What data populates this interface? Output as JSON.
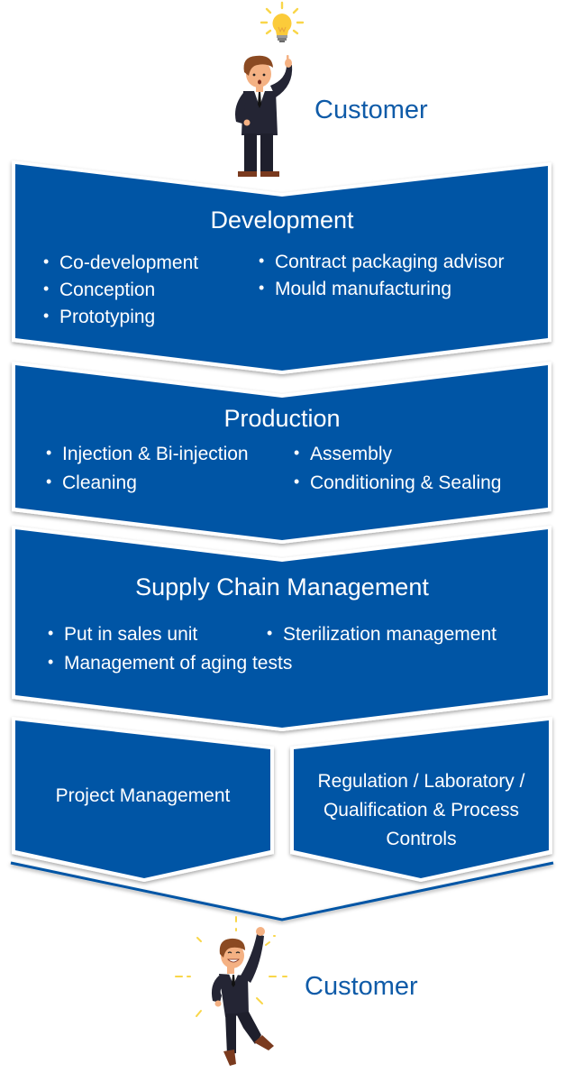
{
  "colors": {
    "box_fill": "#0055A5",
    "label_blue": "#0F5BA8",
    "frame": "#ffffff"
  },
  "top_customer": {
    "label": "Customer",
    "figure": "thinking-businessman-icon",
    "bulb": "lightbulb-icon"
  },
  "stages": [
    {
      "title": "Development",
      "left_items": [
        "Co-development",
        "Conception",
        "Prototyping"
      ],
      "right_items": [
        "Contract packaging advisor",
        "Mould manufacturing"
      ]
    },
    {
      "title": "Production",
      "left_items": [
        "Injection & Bi-injection",
        "Cleaning"
      ],
      "right_items": [
        "Assembly",
        "Conditioning & Sealing"
      ]
    },
    {
      "title": "Supply Chain Management",
      "left_items": [
        "Put in sales unit",
        "Management of aging tests"
      ],
      "right_items": [
        "Sterilization management"
      ]
    }
  ],
  "support": {
    "left": "Project Management",
    "right_lines": [
      "Regulation / Laboratory /",
      "Qualification & Process",
      "Controls"
    ]
  },
  "bottom_customer": {
    "label": "Customer",
    "figure": "celebrating-businessman-icon"
  }
}
